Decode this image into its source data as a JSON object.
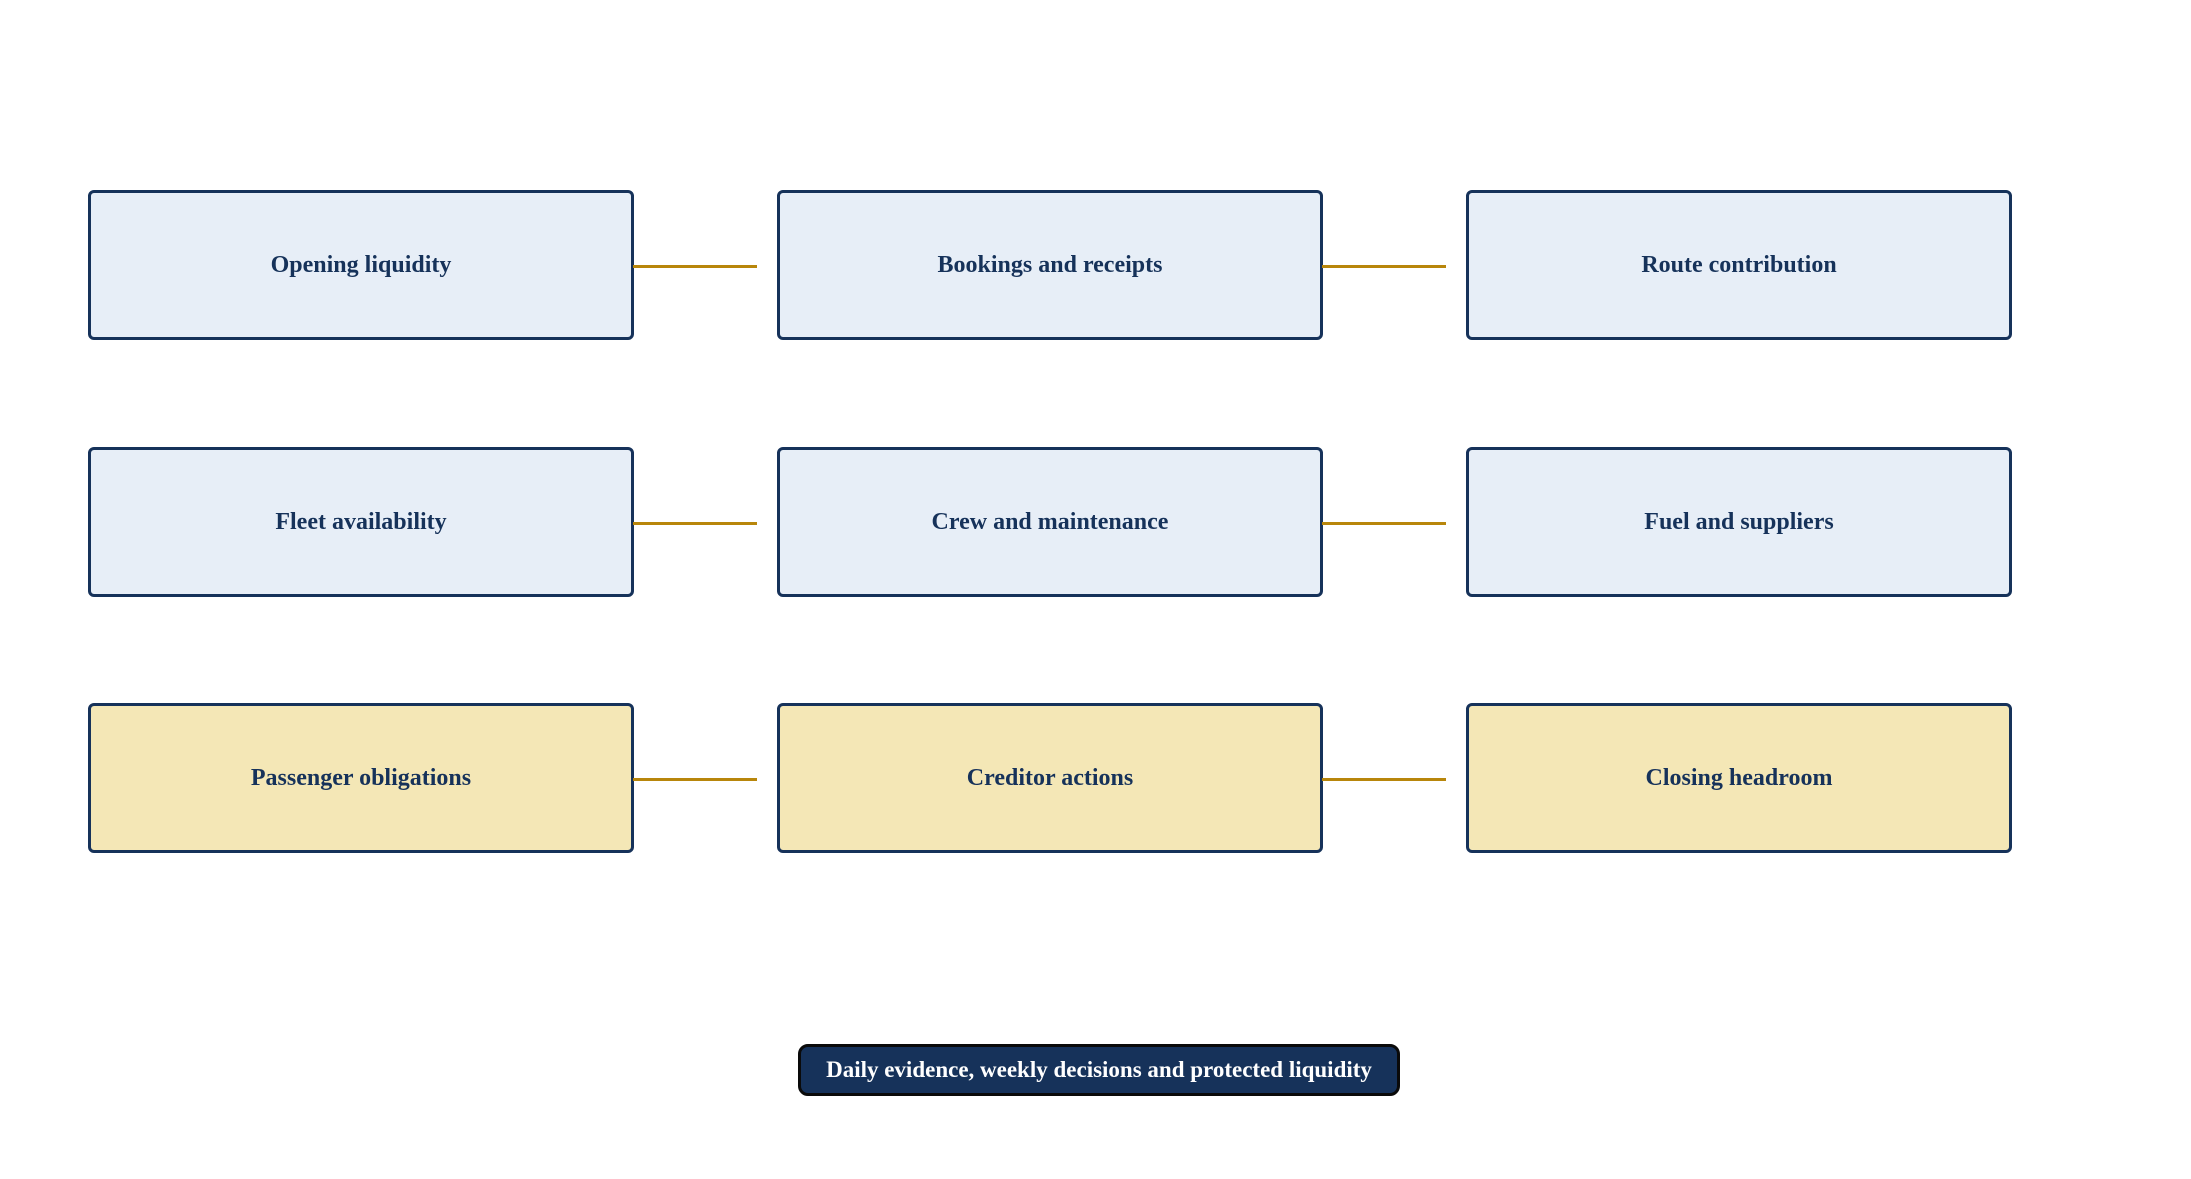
{
  "rows": [
    {
      "nodes": [
        {
          "label": "Opening liquidity"
        },
        {
          "label": "Bookings and receipts"
        },
        {
          "label": "Route contribution"
        }
      ]
    },
    {
      "nodes": [
        {
          "label": "Fleet availability"
        },
        {
          "label": "Crew and maintenance"
        },
        {
          "label": "Fuel and suppliers"
        }
      ]
    },
    {
      "nodes": [
        {
          "label": "Passenger obligations"
        },
        {
          "label": "Creditor actions"
        },
        {
          "label": "Closing headroom"
        }
      ]
    }
  ],
  "footer": {
    "label": "Daily evidence, weekly decisions and protected liquidity"
  },
  "colors": {
    "box_border": "#16325a",
    "box_text": "#16325a",
    "box_fill_blue": "#e7eef7",
    "box_fill_yellow": "#f4e7b6",
    "connector": "#b8860b",
    "footer_fill": "#16325a",
    "footer_text": "#ffffff"
  }
}
